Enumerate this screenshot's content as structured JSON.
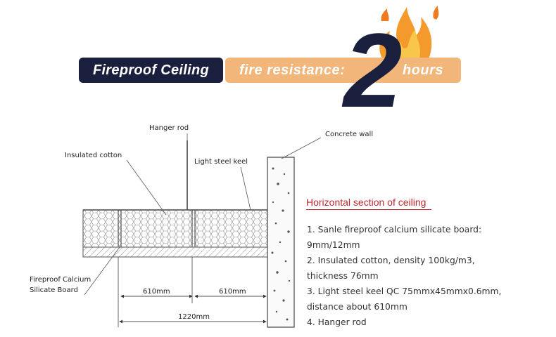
{
  "banner": {
    "left_label": "Fireproof Ceiling",
    "right_label": "fire resistance:",
    "big_number": "2",
    "hours_label": "hours"
  },
  "diagram": {
    "labels": {
      "hanger_rod": "Hanger rod",
      "concrete_wall": "Concrete wall",
      "insulated_cotton": "Insulated cotton",
      "light_steel_keel": "Light steel keel",
      "board_line1": "Fireproof Calcium",
      "board_line2": "Silicate Board",
      "dim_left": "610mm",
      "dim_right": "610mm",
      "dim_total": "1220mm"
    }
  },
  "section": {
    "title": "Horizontal section of ceiling",
    "notes": [
      "1. Sanle fireproof calcium silicate board:",
      "9mm/12mm",
      "2. Insulated cotton, density 100kg/m3,",
      "thickness 76mm",
      "3. Light steel keel QC 75mmx45mmx0.6mm,",
      "distance about 610mm",
      "4. Hanger rod"
    ]
  },
  "colors": {
    "navy": "#1a1f3d",
    "orange": "#f2b57a",
    "flame": "#f07a1e",
    "title_red": "#c0282d"
  }
}
